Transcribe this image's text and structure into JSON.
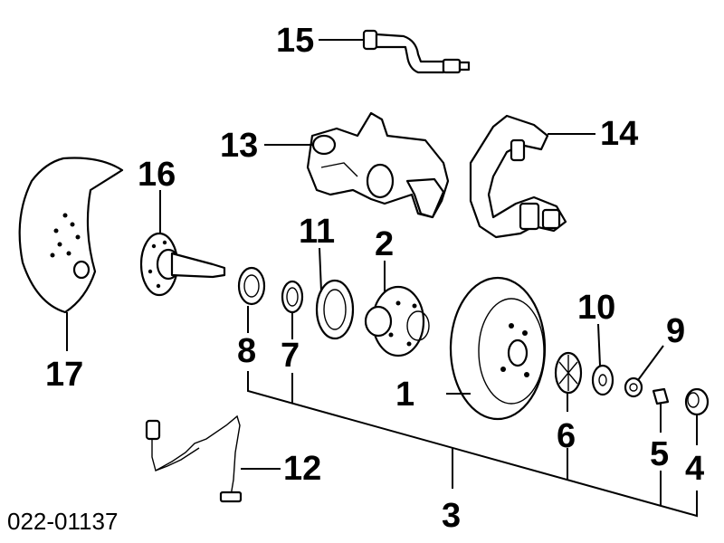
{
  "diagram": {
    "reference_code": "022-01137",
    "callouts": {
      "c1": "1",
      "c2": "2",
      "c3": "3",
      "c4": "4",
      "c5": "5",
      "c6": "6",
      "c7": "7",
      "c8": "8",
      "c9": "9",
      "c10": "10",
      "c11": "11",
      "c12": "12",
      "c13": "13",
      "c14": "14",
      "c15": "15",
      "c16": "16",
      "c17": "17"
    },
    "colors": {
      "line": "#000000",
      "background": "#ffffff"
    }
  }
}
